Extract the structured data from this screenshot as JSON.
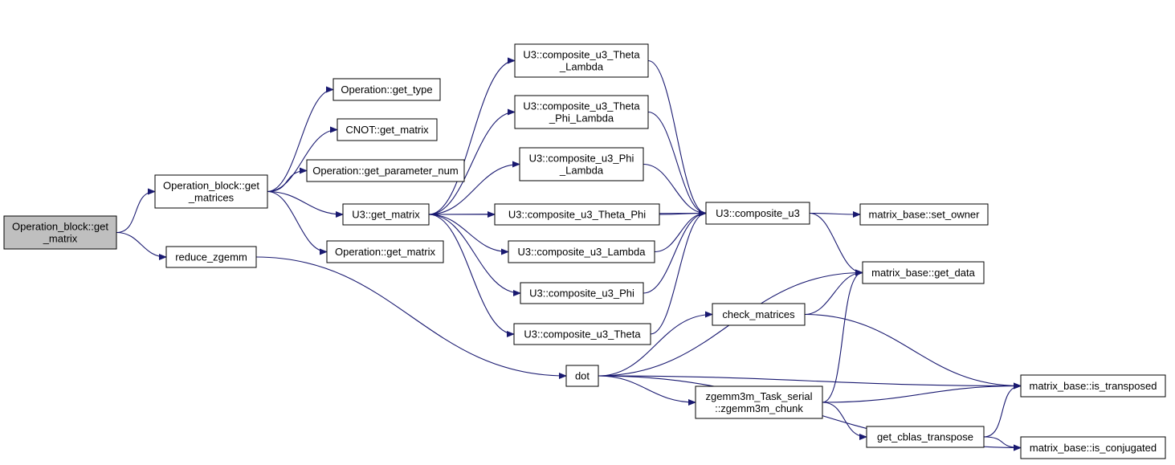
{
  "colors": {
    "edge": "#191970",
    "node_fill": "#ffffff",
    "root_fill": "#bfbfbf",
    "border": "#000000"
  },
  "graph": {
    "nodes": [
      {
        "id": "root",
        "lines": [
          "Operation_block::get",
          "_matrix"
        ]
      },
      {
        "id": "opblock_get_matrices",
        "lines": [
          "Operation_block::get",
          "_matrices"
        ]
      },
      {
        "id": "reduce_zgemm",
        "lines": [
          "reduce_zgemm"
        ]
      },
      {
        "id": "op_get_type",
        "lines": [
          "Operation::get_type"
        ]
      },
      {
        "id": "cnot_get_matrix",
        "lines": [
          "CNOT::get_matrix"
        ]
      },
      {
        "id": "op_get_parameter_num",
        "lines": [
          "Operation::get_parameter_num"
        ]
      },
      {
        "id": "u3_get_matrix",
        "lines": [
          "U3::get_matrix"
        ]
      },
      {
        "id": "op_get_matrix",
        "lines": [
          "Operation::get_matrix"
        ]
      },
      {
        "id": "cu3_theta_lambda",
        "lines": [
          "U3::composite_u3_Theta",
          "_Lambda"
        ]
      },
      {
        "id": "cu3_theta_phi_lambda",
        "lines": [
          "U3::composite_u3_Theta",
          "_Phi_Lambda"
        ]
      },
      {
        "id": "cu3_phi_lambda",
        "lines": [
          "U3::composite_u3_Phi",
          "_Lambda"
        ]
      },
      {
        "id": "cu3_theta_phi",
        "lines": [
          "U3::composite_u3_Theta_Phi"
        ]
      },
      {
        "id": "cu3_lambda",
        "lines": [
          "U3::composite_u3_Lambda"
        ]
      },
      {
        "id": "cu3_phi",
        "lines": [
          "U3::composite_u3_Phi"
        ]
      },
      {
        "id": "cu3_theta",
        "lines": [
          "U3::composite_u3_Theta"
        ]
      },
      {
        "id": "composite_u3",
        "lines": [
          "U3::composite_u3"
        ]
      },
      {
        "id": "set_owner",
        "lines": [
          "matrix_base::set_owner"
        ]
      },
      {
        "id": "get_data",
        "lines": [
          "matrix_base::get_data"
        ]
      },
      {
        "id": "check_matrices",
        "lines": [
          "check_matrices"
        ]
      },
      {
        "id": "dot",
        "lines": [
          "dot"
        ]
      },
      {
        "id": "zgemm3m_chunk",
        "lines": [
          "zgemm3m_Task_serial",
          "::zgemm3m_chunk"
        ]
      },
      {
        "id": "get_cblas_transpose",
        "lines": [
          "get_cblas_transpose"
        ]
      },
      {
        "id": "is_transposed",
        "lines": [
          "matrix_base::is_transposed"
        ]
      },
      {
        "id": "is_conjugated",
        "lines": [
          "matrix_base::is_conjugated"
        ]
      }
    ],
    "edges": [
      [
        "root",
        "opblock_get_matrices"
      ],
      [
        "root",
        "reduce_zgemm"
      ],
      [
        "opblock_get_matrices",
        "op_get_type"
      ],
      [
        "opblock_get_matrices",
        "cnot_get_matrix"
      ],
      [
        "opblock_get_matrices",
        "op_get_parameter_num"
      ],
      [
        "opblock_get_matrices",
        "u3_get_matrix"
      ],
      [
        "opblock_get_matrices",
        "op_get_matrix"
      ],
      [
        "reduce_zgemm",
        "dot"
      ],
      [
        "u3_get_matrix",
        "cu3_theta_lambda"
      ],
      [
        "u3_get_matrix",
        "cu3_theta_phi_lambda"
      ],
      [
        "u3_get_matrix",
        "cu3_phi_lambda"
      ],
      [
        "u3_get_matrix",
        "cu3_theta_phi"
      ],
      [
        "u3_get_matrix",
        "cu3_lambda"
      ],
      [
        "u3_get_matrix",
        "cu3_phi"
      ],
      [
        "u3_get_matrix",
        "cu3_theta"
      ],
      [
        "u3_get_matrix",
        "composite_u3"
      ],
      [
        "cu3_theta_lambda",
        "composite_u3"
      ],
      [
        "cu3_theta_phi_lambda",
        "composite_u3"
      ],
      [
        "cu3_phi_lambda",
        "composite_u3"
      ],
      [
        "cu3_theta_phi",
        "composite_u3"
      ],
      [
        "cu3_lambda",
        "composite_u3"
      ],
      [
        "cu3_phi",
        "composite_u3"
      ],
      [
        "cu3_theta",
        "composite_u3"
      ],
      [
        "composite_u3",
        "set_owner"
      ],
      [
        "composite_u3",
        "get_data"
      ],
      [
        "dot",
        "get_data"
      ],
      [
        "dot",
        "check_matrices"
      ],
      [
        "dot",
        "zgemm3m_chunk"
      ],
      [
        "dot",
        "is_transposed"
      ],
      [
        "dot",
        "is_conjugated"
      ],
      [
        "check_matrices",
        "get_data"
      ],
      [
        "check_matrices",
        "is_transposed"
      ],
      [
        "zgemm3m_chunk",
        "get_data"
      ],
      [
        "zgemm3m_chunk",
        "is_transposed"
      ],
      [
        "zgemm3m_chunk",
        "get_cblas_transpose"
      ],
      [
        "get_cblas_transpose",
        "is_transposed"
      ],
      [
        "get_cblas_transpose",
        "is_conjugated"
      ]
    ]
  }
}
